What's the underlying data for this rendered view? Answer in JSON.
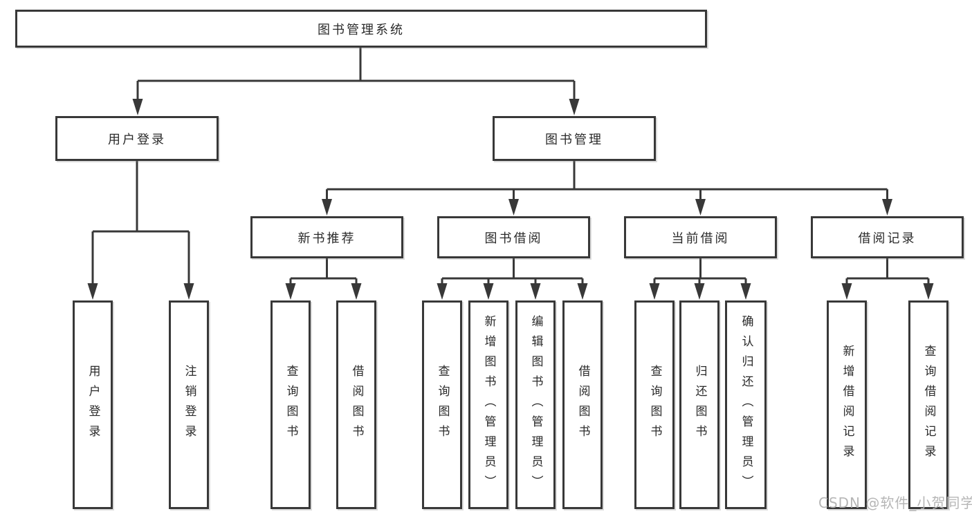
{
  "tree": {
    "root": {
      "label": "图书管理系统"
    },
    "children": [
      {
        "label": "用户登录",
        "children": [
          {
            "label": "用户登录"
          },
          {
            "label": "注销登录"
          }
        ]
      },
      {
        "label": "图书管理",
        "children": [
          {
            "label": "新书推荐",
            "children": [
              {
                "label": "查询图书"
              },
              {
                "label": "借阅图书"
              }
            ]
          },
          {
            "label": "图书借阅",
            "children": [
              {
                "label": "查询图书"
              },
              {
                "label": "新增图书（管理员）"
              },
              {
                "label": "编辑图书（管理员）"
              },
              {
                "label": "借阅图书"
              }
            ]
          },
          {
            "label": "当前借阅",
            "children": [
              {
                "label": "查询图书"
              },
              {
                "label": "归还图书"
              },
              {
                "label": "确认归还（管理员）"
              }
            ]
          },
          {
            "label": "借阅记录",
            "children": [
              {
                "label": "新增借阅记录"
              },
              {
                "label": "查询借阅记录"
              }
            ]
          }
        ]
      }
    ]
  },
  "watermark": "CSDN @软件_小贺同学",
  "colors": {
    "line": "#383838",
    "text": "#2a2a2a",
    "watermark": "#b2b2b2",
    "background": "#ffffff"
  }
}
